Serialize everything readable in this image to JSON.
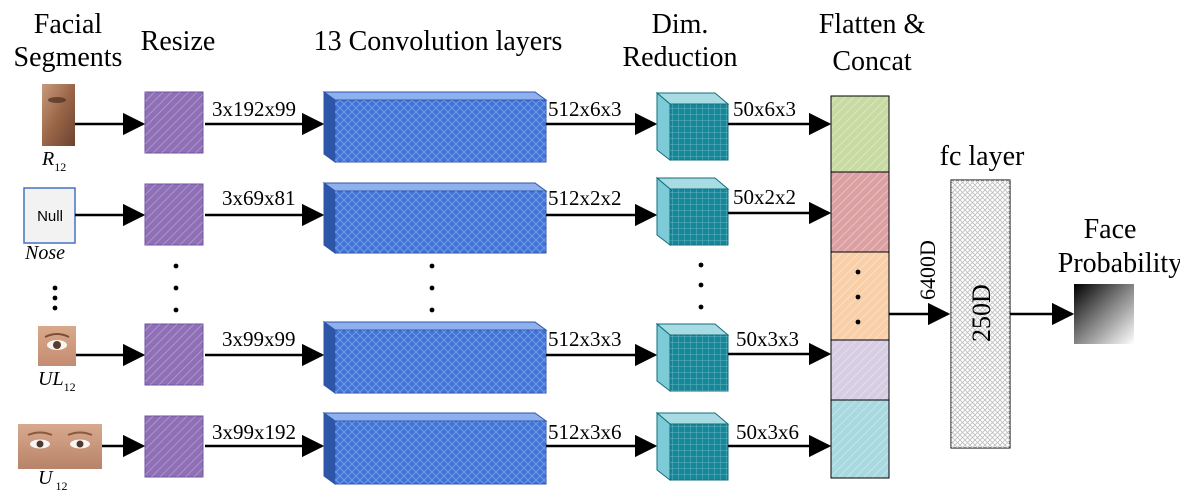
{
  "headers": {
    "facial_segments_1": "Facial",
    "facial_segments_2": "Segments",
    "resize": "Resize",
    "conv": "13 Convolution layers",
    "dim_red_1": "Dim.",
    "dim_red_2": "Reduction",
    "flatten_1": "Flatten &",
    "flatten_2": "Concat",
    "fc": "fc layer",
    "face_prob_1": "Face",
    "face_prob_2": "Probability"
  },
  "rows": [
    {
      "segment": "R",
      "subscript": "12",
      "input_dim": "3x192x99",
      "conv_dim": "512x6x3",
      "red_dim": "50x6x3"
    },
    {
      "segment": "Nose",
      "subscript": "",
      "null_label": "Null",
      "input_dim": "3x69x81",
      "conv_dim": "512x2x2",
      "red_dim": "50x2x2"
    },
    {
      "segment": "UL",
      "subscript": "12",
      "input_dim": "3x99x99",
      "conv_dim": "512x3x3",
      "red_dim": "50x3x3"
    },
    {
      "segment": "U",
      "subscript": "12",
      "input_dim": "3x99x192",
      "conv_dim": "512x3x6",
      "red_dim": "50x3x6"
    }
  ],
  "concat_size": "6400D",
  "fc_size": "250D",
  "colors": {
    "resize": "#8f6fb6",
    "conv_front": "#3f73d8",
    "conv_top": "#8fb0ee",
    "conv_side": "#2d55a8",
    "red_front": "#14889a",
    "red_top": "#a9dbe2",
    "red_side": "#7ccbd6",
    "concat": [
      "#c8dba3",
      "#dca0a3",
      "#f9cfa8",
      "#d7cde3",
      "#a8d8e0"
    ]
  }
}
